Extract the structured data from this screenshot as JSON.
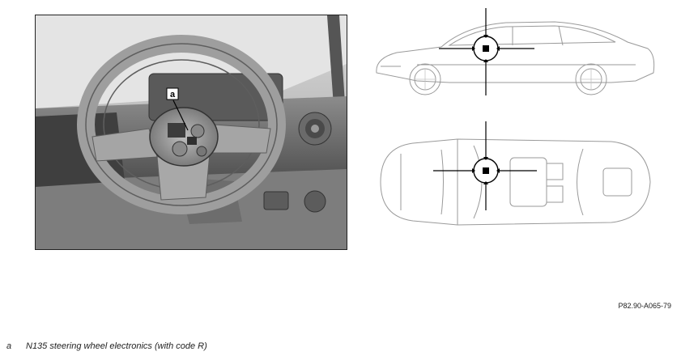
{
  "photo": {
    "callout_label": "a"
  },
  "figure_ref": "P82.90-A065-79",
  "legend": [
    {
      "key": "a",
      "text": "N135 steering wheel electronics (with code R)"
    }
  ]
}
